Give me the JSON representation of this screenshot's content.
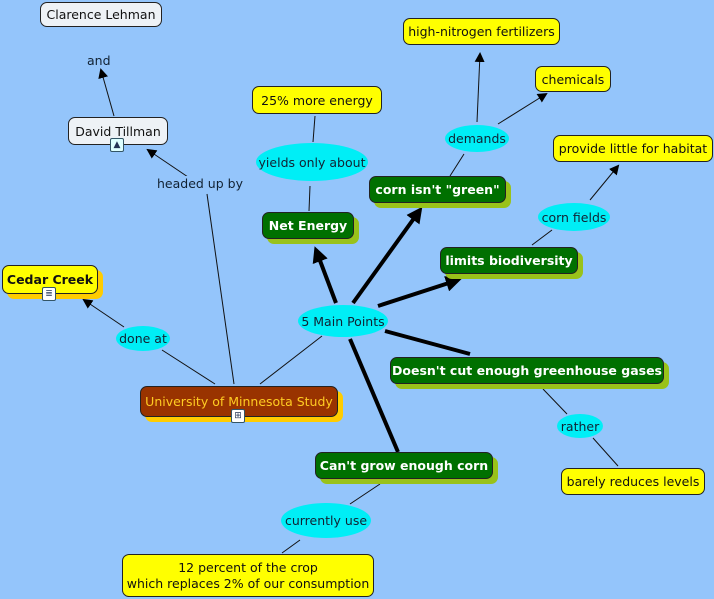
{
  "map_title": "University of Minnesota Study concept map",
  "nodes": {
    "clarence": "Clarence Lehman",
    "tillman": "David Tillman",
    "cedar": "Cedar Creek",
    "umn": "University of Minnesota Study",
    "main": "5 Main Points",
    "more_energy": "25% more energy",
    "net_energy": "Net Energy",
    "fertilizers": "high-nitrogen fertilizers",
    "chemicals": "chemicals",
    "not_green": "corn isn't \"green\"",
    "habitat": "provide little for habitat",
    "biodiversity": "limits biodiversity",
    "greenhouse": "Doesn't cut enough greenhouse gases",
    "barely": "barely reduces levels",
    "cant_grow": "Can't grow enough corn",
    "percent_line1": "12 percent of the crop",
    "percent_line2": "which replaces 2% of our consumption"
  },
  "links": {
    "and": "and",
    "headed": "headed up by",
    "done_at": "done at",
    "yields": "yields only about",
    "demands": "demands",
    "corn_fields": "corn fields",
    "rather": "rather",
    "currently": "currently use"
  },
  "icons": {
    "tillman": "image-icon",
    "cedar": "document-icon",
    "umn": "submap-icon"
  }
}
